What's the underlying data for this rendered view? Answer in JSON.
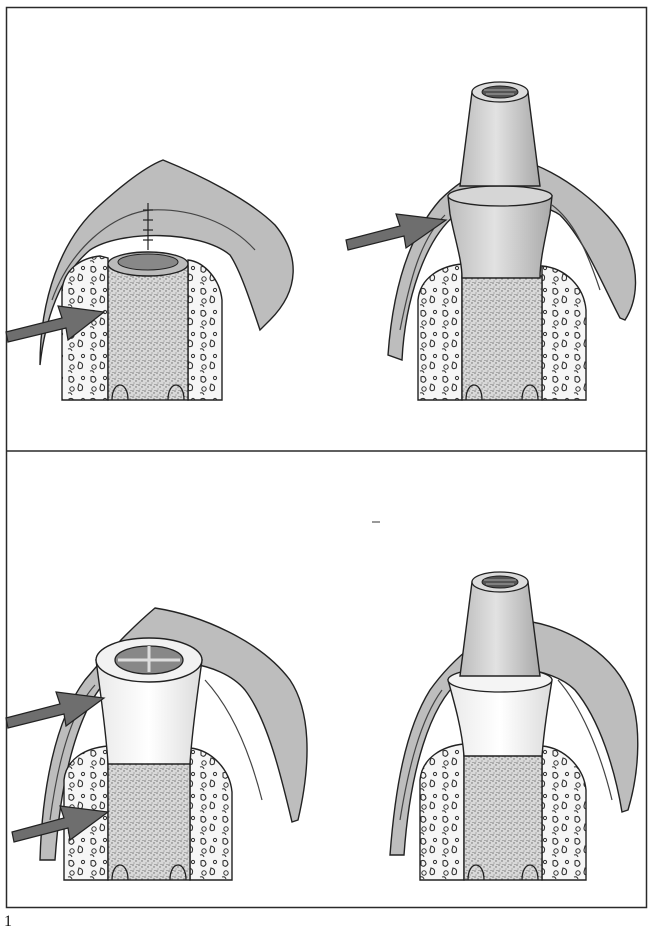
{
  "figure": {
    "page_label": "1",
    "panels": [
      {
        "id": "top-left",
        "description_id": "implant-level-healing-cap-submerged",
        "arrow_count": 1
      },
      {
        "id": "top-right",
        "description_id": "implant-with-abutment-collar",
        "arrow_count": 1
      },
      {
        "id": "bottom-left",
        "description_id": "implant-with-tall-healing-collar",
        "arrow_count": 2
      },
      {
        "id": "bottom-right",
        "description_id": "implant-with-abutment-final",
        "arrow_count": 0
      }
    ],
    "colors": {
      "frame": "#2a2a2a",
      "gum": "#bdbdbd",
      "gum_dark": "#8e8e8e",
      "bone_fill": "#f4f4f4",
      "implant_dot": "#9a9a9a",
      "abutment": "#cfcfcf",
      "arrow": "#6e6e6e",
      "collar_white": "#f7f7f7"
    }
  }
}
